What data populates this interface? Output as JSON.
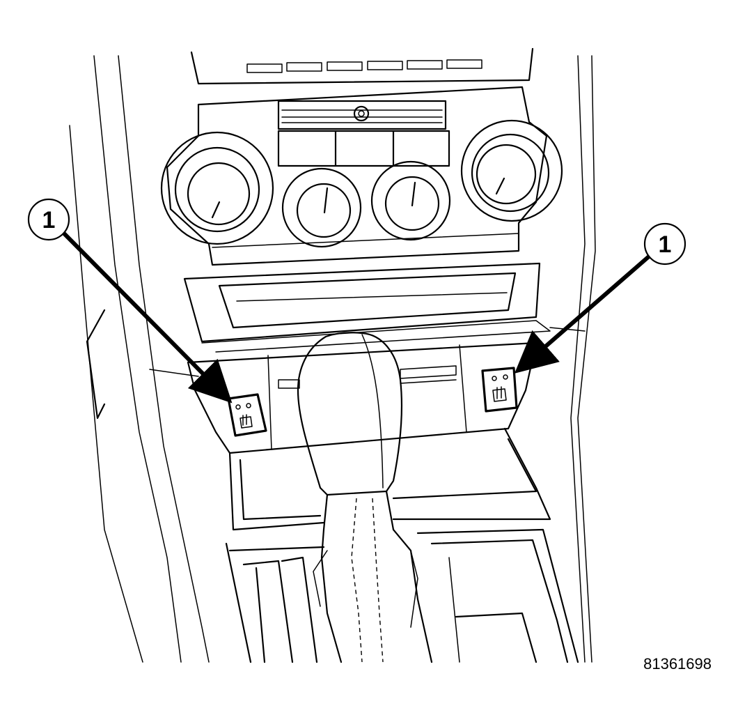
{
  "figure": {
    "id": "81361698"
  },
  "callouts": [
    {
      "label": "1",
      "target": "left-heated-seat-switch"
    },
    {
      "label": "1",
      "target": "right-heated-seat-switch"
    }
  ],
  "icons": {
    "switch_symbol": "heated-seat-icon"
  }
}
